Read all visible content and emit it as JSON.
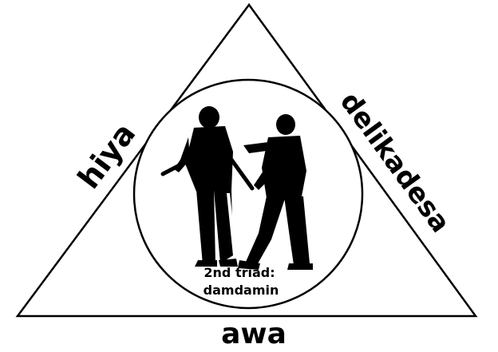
{
  "diagram": {
    "vertex_labels": {
      "left": "hiya",
      "right": "delikadesa",
      "bottom": "awa"
    },
    "center": {
      "caption_line1": "2nd triad:",
      "caption_line2": "damdamin"
    }
  }
}
